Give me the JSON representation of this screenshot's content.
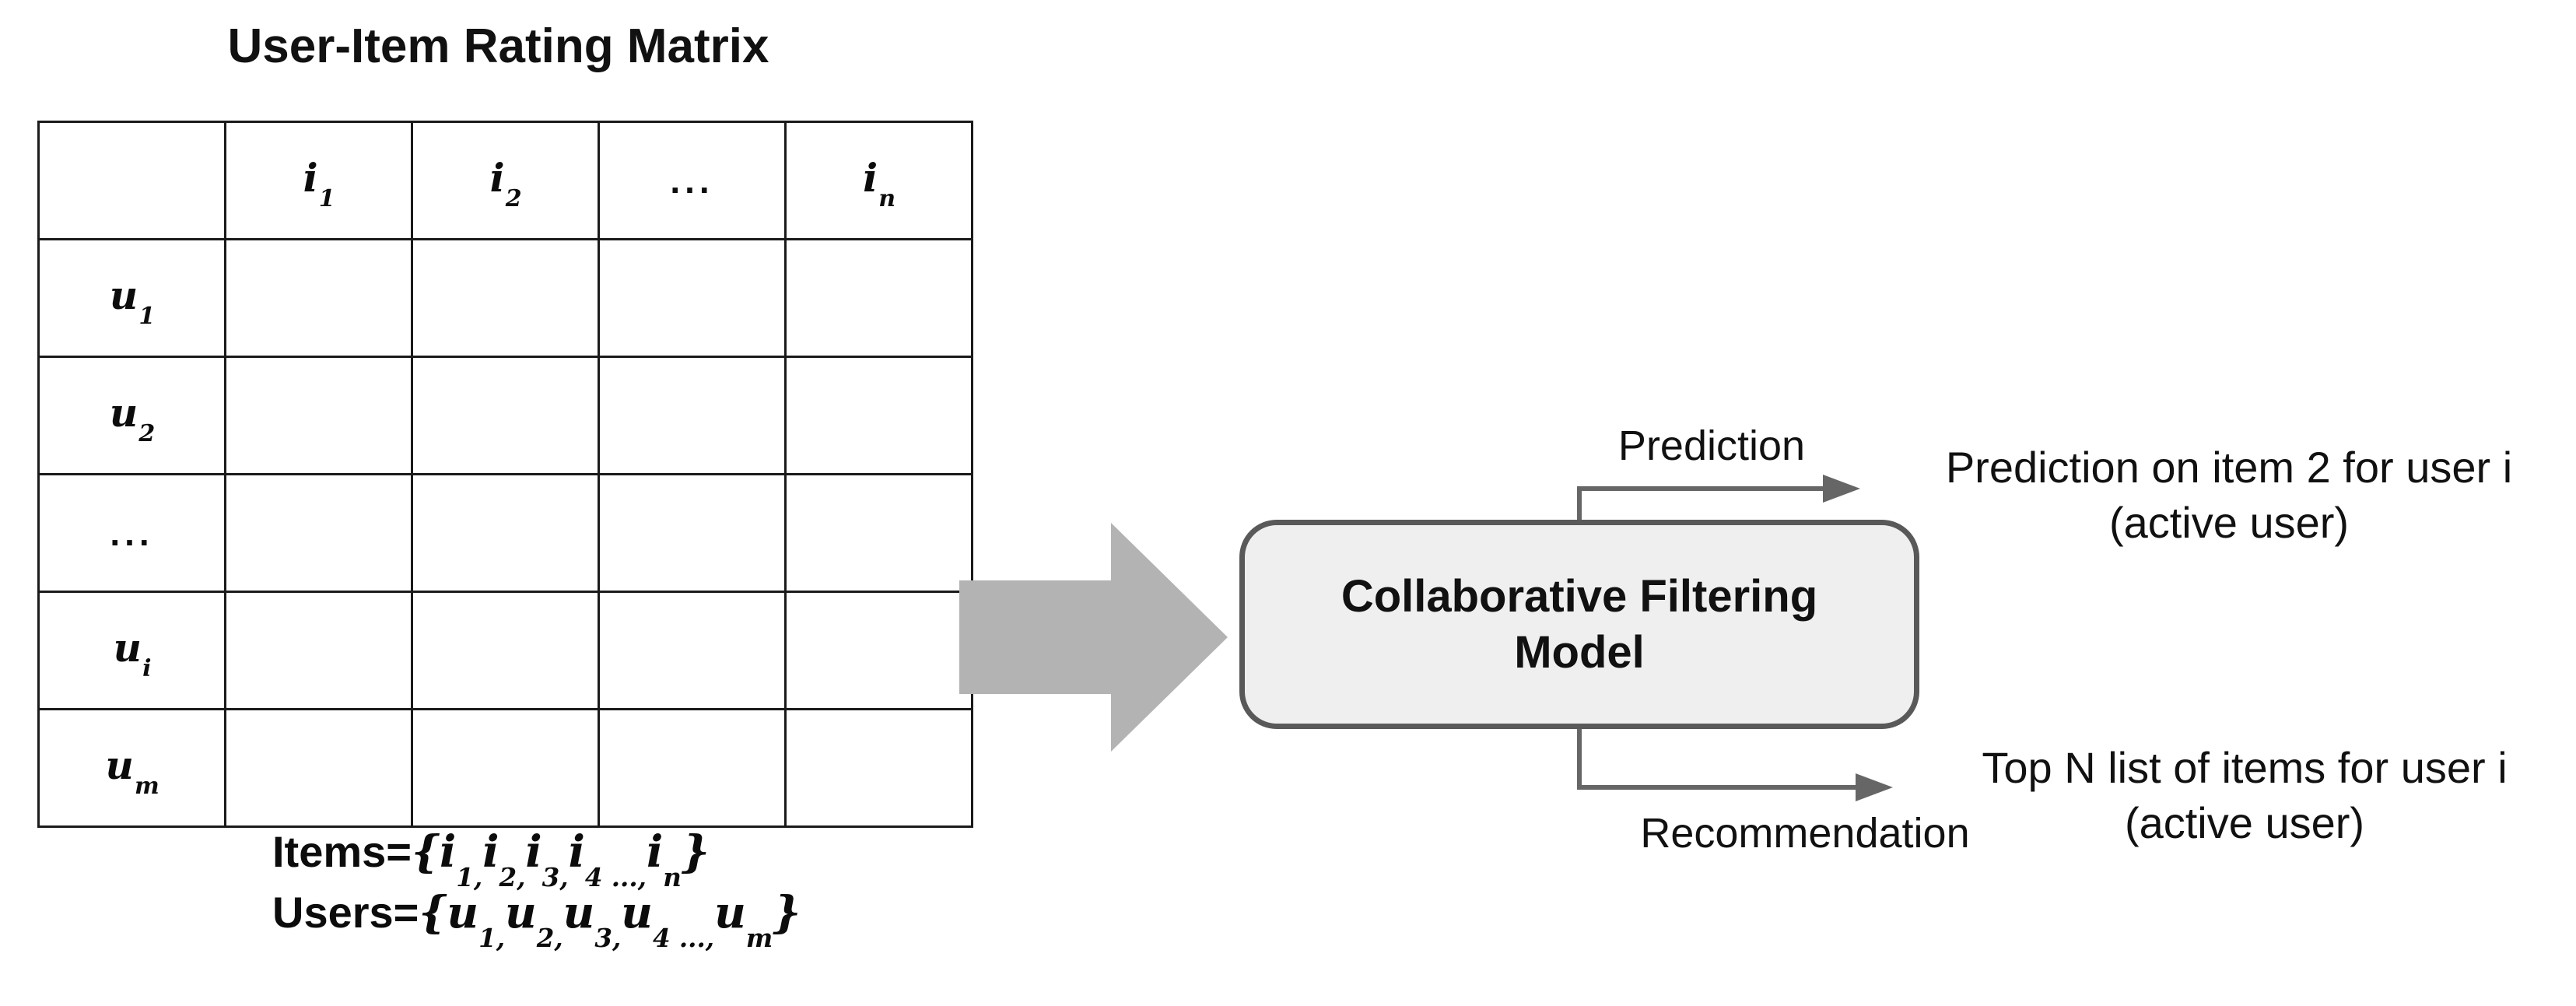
{
  "title": "User-Item Rating Matrix",
  "matrix": {
    "corner": "",
    "col_headers": [
      {
        "base": "i",
        "sub": "1"
      },
      {
        "base": "i",
        "sub": "2"
      },
      {
        "base": "...",
        "sub": ""
      },
      {
        "base": "i",
        "sub": "n"
      }
    ],
    "row_headers": [
      {
        "base": "u",
        "sub": "1"
      },
      {
        "base": "u",
        "sub": "2"
      },
      {
        "base": "...",
        "sub": ""
      },
      {
        "base": "u",
        "sub": "i"
      },
      {
        "base": "u",
        "sub": "m"
      }
    ],
    "highlighted_column": "i2",
    "highlighted_row": "ui",
    "highlighted_intersection": "(ui, i2)"
  },
  "legend": {
    "items_label": "Items=",
    "items_open": "{",
    "items_terms": [
      {
        "base": "i",
        "sub": "1,"
      },
      {
        "base": "i",
        "sub": "2,"
      },
      {
        "base": "i",
        "sub": "3,"
      },
      {
        "base": "i",
        "sub": "4 ...,"
      },
      {
        "base": "i",
        "sub": "n"
      }
    ],
    "items_close": "}",
    "users_label": "Users=",
    "users_open": "{",
    "users_terms": [
      {
        "base": "u",
        "sub": "1,"
      },
      {
        "base": "u",
        "sub": "2,"
      },
      {
        "base": "u",
        "sub": "3,"
      },
      {
        "base": "u",
        "sub": "4 ...,"
      },
      {
        "base": "u",
        "sub": "m"
      }
    ],
    "users_close": "}"
  },
  "model_box": {
    "line1": "Collaborative Filtering",
    "line2": "Model"
  },
  "outputs": {
    "prediction": {
      "arrow_label": "Prediction",
      "result_line1": "Prediction on item 2 for user i",
      "result_line2": "(active user)"
    },
    "recommendation": {
      "arrow_label": "Recommendation",
      "result_line1": "Top N list of items for user i",
      "result_line2": "(active user)"
    }
  },
  "colors": {
    "highlight_column": "#FFF2CC",
    "highlight_row": "#CADAF6",
    "highlight_intersection": "#B5D3A2",
    "flow_arrow": "#B3B3B3",
    "box_fill": "#EFEFEF",
    "box_border": "#595959",
    "connector": "#666666",
    "table_border": "#1A1A1A"
  }
}
